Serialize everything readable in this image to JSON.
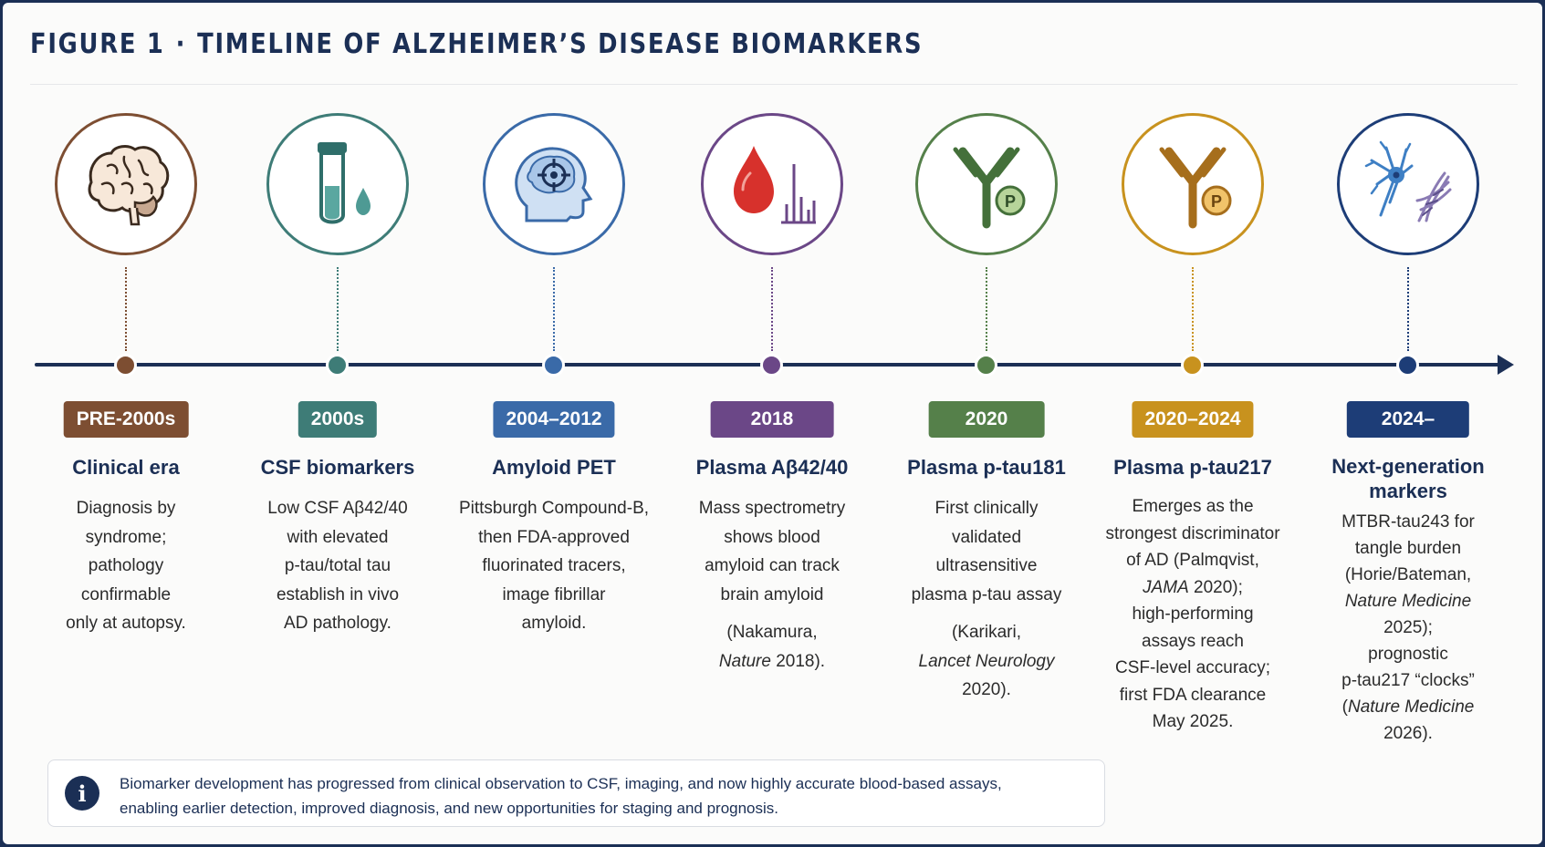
{
  "figure": {
    "label": "FIGURE 1",
    "separator": "·",
    "title": "TIMELINE OF ALZHEIMER’S DISEASE BIOMARKERS"
  },
  "colors": {
    "navy": "#1b2f55",
    "pre2000": "#7d4e32",
    "s2000": "#3e7c77",
    "pet": "#3a6aa8",
    "plasma_ab": "#6b4787",
    "ptau181": "#55804a",
    "ptau217": "#c8921e",
    "nextgen": "#1d3d77"
  },
  "milestones": [
    {
      "icon": "brain-icon",
      "era": "PRE-2000s",
      "title": "Clinical era",
      "lines": [
        "Diagnosis by",
        "syndrome;",
        "pathology",
        "confirmable",
        "only at autopsy."
      ]
    },
    {
      "icon": "test-tube-icon",
      "era": "2000s",
      "title": "CSF biomarkers",
      "lines": [
        "Low CSF Aβ42/40",
        "with elevated",
        "p-tau/total tau",
        "establish in vivo",
        "AD pathology."
      ]
    },
    {
      "icon": "head-target-icon",
      "era": "2004–2012",
      "title": "Amyloid PET",
      "lines": [
        "Pittsburgh Compound-B,",
        "then FDA-approved",
        "fluorinated tracers,",
        "image fibrillar",
        "amyloid."
      ]
    },
    {
      "icon": "blood-drop-icon",
      "era": "2018",
      "title": "Plasma Aβ42/40",
      "lines": [
        "Mass spectrometry",
        "shows blood",
        "amyloid can track",
        "brain amyloid"
      ],
      "cite_pre": "(Nakamura,",
      "cite_italic": "Nature",
      "cite_post": " 2018)."
    },
    {
      "icon": "antibody-green-icon",
      "era": "2020",
      "title": "Plasma p-tau181",
      "lines": [
        "First clinically",
        "validated",
        "ultrasensitive",
        "plasma p-tau assay"
      ],
      "cite_pre": "(Karikari,",
      "cite_italic": "Lancet Neurology",
      "cite_post": "2020)."
    },
    {
      "icon": "antibody-gold-icon",
      "era": "2020–2024",
      "title": "Plasma p-tau217",
      "l1": "Emerges as the",
      "l2": "strongest discriminator",
      "l3": "of AD (Palmqvist,",
      "l4_italic": "JAMA",
      "l4_post": " 2020);",
      "l5": "high-performing",
      "l6": "assays reach",
      "l7": "CSF-level accuracy;",
      "l8": "first FDA clearance",
      "l9": "May 2025."
    },
    {
      "icon": "neuron-tangle-icon",
      "era": "2024–",
      "title_l1": "Next-generation",
      "title_l2": "markers",
      "l1": "MTBR-tau243 for",
      "l2": "tangle burden",
      "l3": "(Horie/Bateman,",
      "l4_italic": "Nature Medicine",
      "l5": "2025);",
      "l6": "prognostic",
      "l7": "p-tau217 “clocks”",
      "l8_pre": "(",
      "l8_italic": "Nature Medicine",
      "l9": "2026)."
    }
  ],
  "note": {
    "icon": "info-icon",
    "glyph": "i",
    "line1": "Biomarker development has progressed from clinical observation to CSF, imaging, and now highly accurate blood-based assays,",
    "line2": "enabling earlier detection, improved diagnosis, and new opportunities for staging and prognosis."
  }
}
